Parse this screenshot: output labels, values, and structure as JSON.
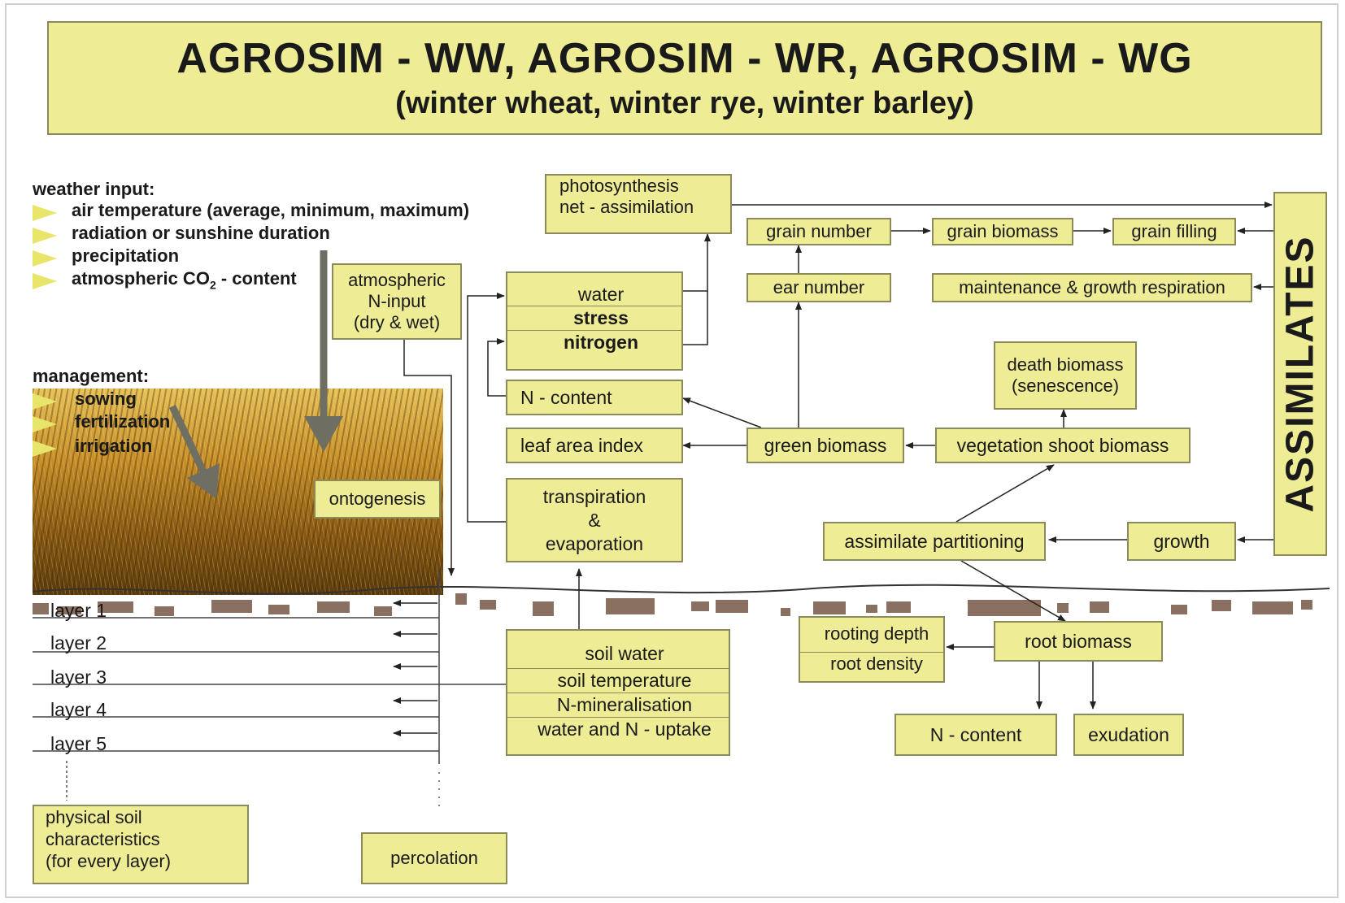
{
  "title": {
    "line1": "AGROSIM - WW,   AGROSIM - WR,  AGROSIM - WG",
    "line2": "(winter wheat, winter rye, winter barley)"
  },
  "weather": {
    "heading": "weather input:",
    "items": [
      "air temperature (average, minimum, maximum)",
      "radiation or sunshine duration",
      "precipitation",
      "atmospheric CO",
      "2",
      " - content"
    ]
  },
  "management": {
    "heading": "management:",
    "items": [
      "sowing",
      "fertilization",
      "irrigation"
    ]
  },
  "boxes": {
    "ontogenesis": "ontogenesis",
    "atmospheric_n": [
      "atmospheric",
      "N-input",
      "(dry & wet)"
    ],
    "photosynthesis": [
      "photosynthesis",
      "net - assimilation"
    ],
    "stress": [
      "water",
      "stress",
      "nitrogen"
    ],
    "n_content_top": "N - content",
    "leaf_area_index": "leaf area index",
    "transpiration": [
      "transpiration",
      "&",
      "evaporation"
    ],
    "grain_number": "grain number",
    "grain_biomass": "grain biomass",
    "grain_filling": "grain filling",
    "ear_number": "ear number",
    "maintenance": "maintenance & growth respiration",
    "death_biomass": [
      "death biomass",
      "(senescence)"
    ],
    "green_biomass": "green biomass",
    "vegetation_shoot": "vegetation shoot biomass",
    "assimilate_partitioning": "assimilate partitioning",
    "growth": "growth",
    "assimilates": "ASSIMILATES",
    "soil": [
      "soil water",
      "soil temperature",
      "N-mineralisation",
      "water and N - uptake"
    ],
    "rooting": [
      "rooting depth",
      "root density"
    ],
    "root_biomass": "root biomass",
    "n_content_bottom": "N - content",
    "exudation": "exudation",
    "physical_soil": [
      "physical soil",
      "characteristics",
      "(for every layer)"
    ],
    "percolation": "percolation"
  },
  "layers": [
    "layer 1",
    "layer 2",
    "layer 3",
    "layer 4",
    "layer 5"
  ],
  "colors": {
    "box_fill": "#eeec95",
    "box_border": "#8b8b5a",
    "big_arrow": "#6e6e62"
  }
}
